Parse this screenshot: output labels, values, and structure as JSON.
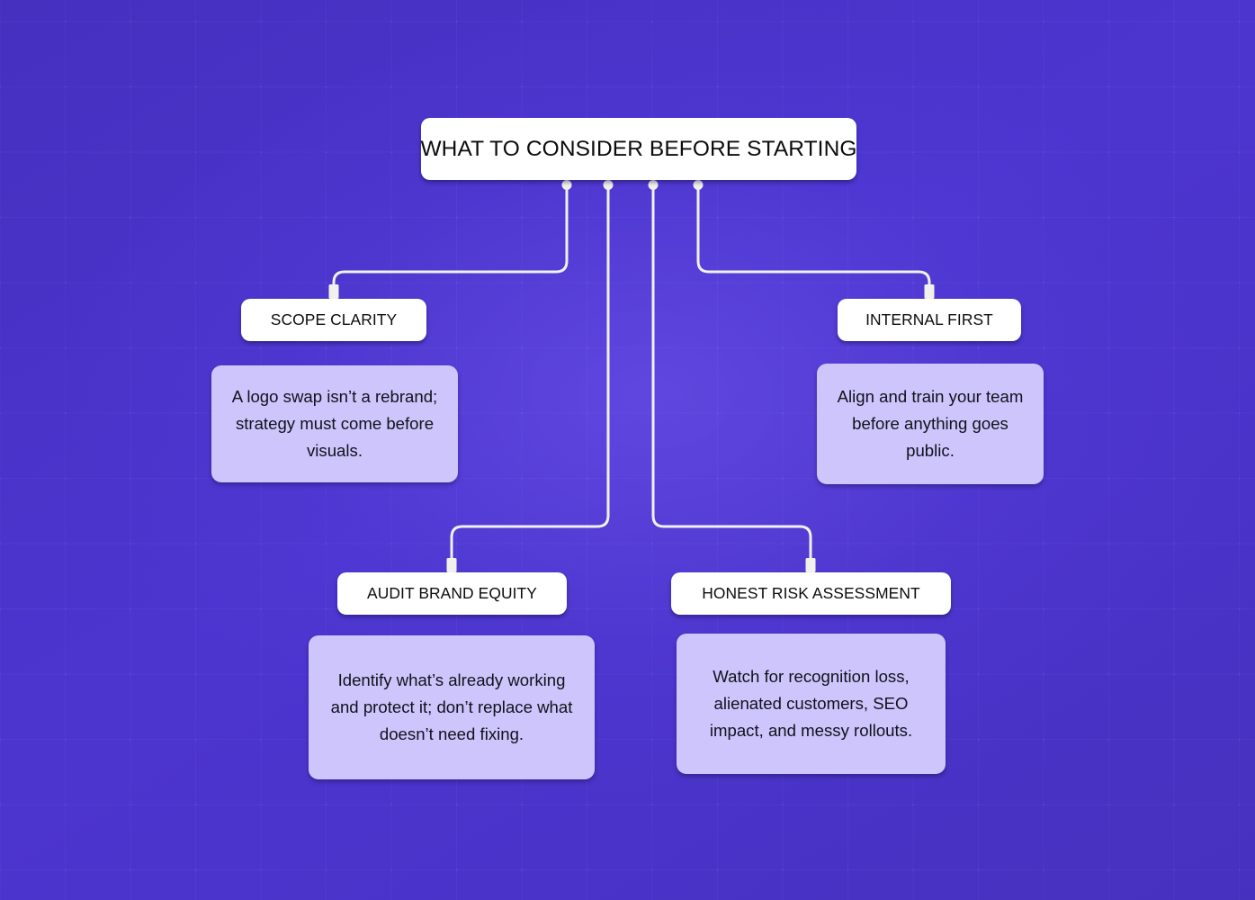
{
  "theme": {
    "background_start": "#4530c0",
    "background_end": "#4631bf",
    "node_fill": "#ffffff",
    "node_text": "#0c0c0e",
    "card_fill": "#cdc5fb",
    "card_text": "#10121c",
    "connector": "#f2f0ec"
  },
  "diagram": {
    "type": "mind-map",
    "root": {
      "label": "WHAT TO CONSIDER BEFORE STARTING"
    },
    "branches": [
      {
        "id": "scope",
        "label": "SCOPE CLARITY",
        "description": "A logo swap isn’t a rebrand; strategy must come before visuals."
      },
      {
        "id": "internal",
        "label": "INTERNAL FIRST",
        "description": "Align and train your team before anything goes public."
      },
      {
        "id": "audit",
        "label": "AUDIT BRAND EQUITY",
        "description": "Identify what’s already working and protect it; don’t replace what doesn’t need fixing."
      },
      {
        "id": "risk",
        "label": "HONEST RISK ASSESSMENT",
        "description": "Watch for recognition loss, alienated customers, SEO impact, and messy rollouts."
      }
    ]
  }
}
